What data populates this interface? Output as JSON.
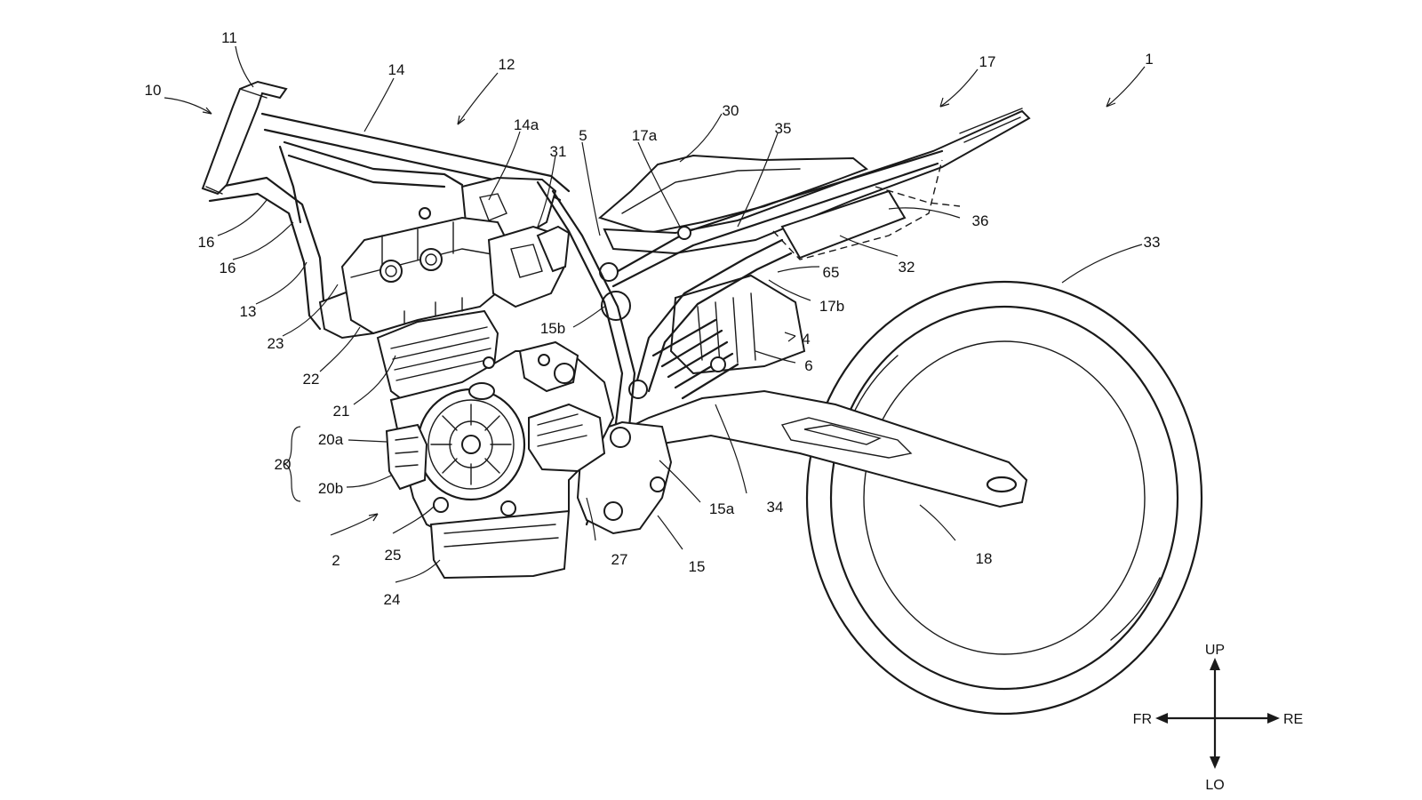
{
  "labels": {
    "l1": "1",
    "l2": "2",
    "l4": "4",
    "l5": "5",
    "l6": "6",
    "l10": "10",
    "l11": "11",
    "l12": "12",
    "l13": "13",
    "l14": "14",
    "l14a": "14a",
    "l15": "15",
    "l15a": "15a",
    "l15b": "15b",
    "l16a": "16",
    "l16b": "16",
    "l17": "17",
    "l17a": "17a",
    "l17b": "17b",
    "l18": "18",
    "l20": "20",
    "l20a": "20a",
    "l20b": "20b",
    "l21": "21",
    "l22": "22",
    "l23": "23",
    "l24": "24",
    "l25": "25",
    "l27": "27",
    "l30": "30",
    "l31": "31",
    "l32": "32",
    "l33": "33",
    "l34": "34",
    "l35": "35",
    "l36": "36",
    "l65": "65"
  },
  "directions": {
    "up": "UP",
    "down": "LO",
    "front": "FR",
    "rear": "RE"
  }
}
